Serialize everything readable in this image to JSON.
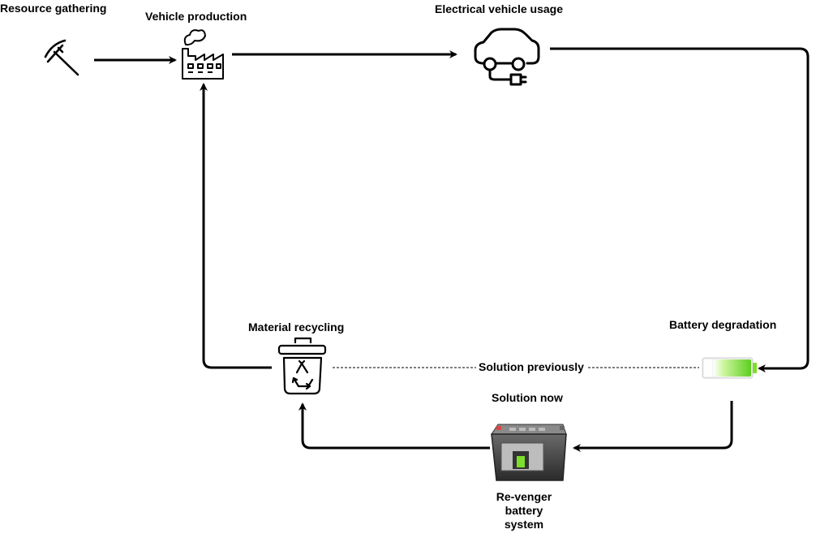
{
  "nodes": {
    "resource_gathering": {
      "label": "Resource gathering",
      "icon": "pickaxe-icon"
    },
    "vehicle_production": {
      "label": "Vehicle production",
      "icon": "factory-icon"
    },
    "electrical_vehicle_usage": {
      "label": "Electrical vehicle usage",
      "icon": "electric-car-icon"
    },
    "battery_degradation": {
      "label": "Battery degradation",
      "icon": "battery-icon"
    },
    "material_recycling": {
      "label": "Material recycling",
      "icon": "recycle-bin-icon"
    },
    "revenger_system": {
      "label_line1": "Re-venger",
      "label_line2": "battery",
      "label_line3": "system",
      "icon": "car-battery-icon"
    }
  },
  "edges": {
    "solution_previously": "Solution previously",
    "solution_now": "Solution now"
  },
  "colors": {
    "line": "#000000",
    "battery_green": "#7dde2a",
    "battery_body": "#4a4a4a"
  }
}
